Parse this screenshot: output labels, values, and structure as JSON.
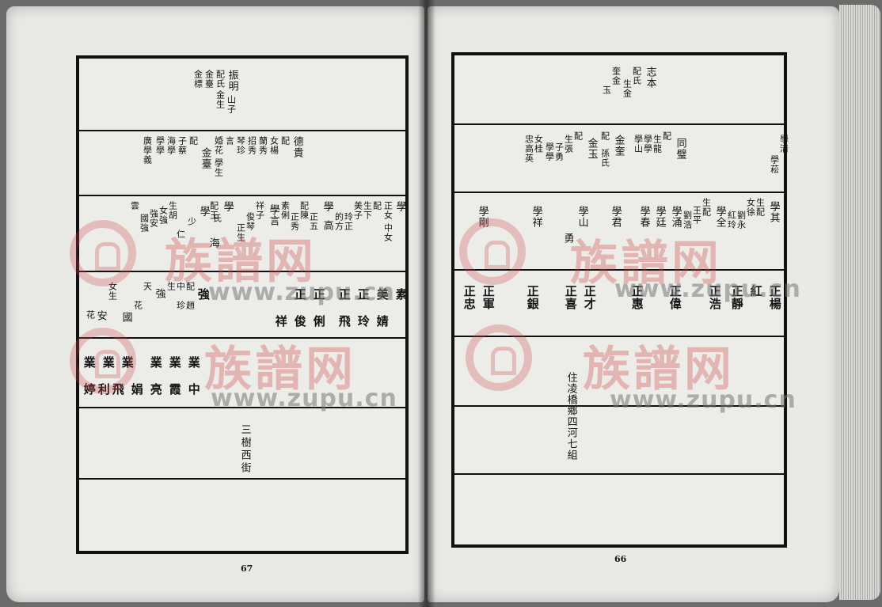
{
  "watermark": {
    "brand": "族譜网",
    "url": "www.zupu.cn"
  },
  "left_page": {
    "page_number": "67",
    "row1": [
      "振明",
      "配氏",
      "金生",
      "金臺",
      "金標",
      "山子"
    ],
    "row2": [
      "德貴",
      "配",
      "女楊",
      "蘭秀",
      "招秀",
      "琴珍",
      "言",
      "婚花",
      "學生",
      "金臺",
      "配",
      "子蔡",
      "海學",
      "學學",
      "廣學義"
    ],
    "row3": [
      "學",
      "正女",
      "中女",
      "配",
      "生下",
      "美子",
      "玲正",
      "的方",
      "學",
      "高",
      "正五",
      "配陳",
      "正秀",
      "素俐",
      "學言",
      "祥子",
      "俊琴",
      "正生",
      "學",
      "海",
      "氏",
      "配王",
      "學",
      "少",
      "仁",
      "生胡",
      "女強",
      "強安",
      "國強",
      "雲"
    ],
    "row4": [
      "素",
      "美",
      "正",
      "正",
      "正",
      "正",
      "祥",
      "俊",
      "俐",
      "飛",
      "玲",
      "婧",
      "強",
      "配",
      "趙",
      "中",
      "珍",
      "生",
      "強",
      "天",
      "花",
      "國",
      "女生",
      "安",
      "花"
    ],
    "row5": [
      "業",
      "業",
      "業",
      "業",
      "業",
      "業",
      "中",
      "霞",
      "亮",
      "娟",
      "飛",
      "利",
      "婷"
    ],
    "row6": [
      "三",
      "樹",
      "西",
      "街"
    ]
  },
  "right_page": {
    "page_number": "66",
    "row1": [
      "志本",
      "配氏",
      "生金",
      "奎金",
      "玉"
    ],
    "row2": [
      "學清",
      "學菘",
      "同璧",
      "配",
      "生龍",
      "學學",
      "學山",
      "金奎",
      "配",
      "孫氏",
      "金玉",
      "配",
      "生張",
      "子勇",
      "學學",
      "女桂",
      "忠高",
      "英"
    ],
    "row3": [
      "學其",
      "生配",
      "女徐",
      "劉永",
      "紅玲",
      "學全",
      "生配",
      "王平",
      "劉浩",
      "學涌",
      "學廷",
      "學春",
      "學君",
      "學山",
      "勇",
      "學祥",
      "學剛"
    ],
    "row4": [
      "正楊",
      "紅",
      "正靜",
      "正浩",
      "正偉",
      "正惠",
      "正才",
      "正喜",
      "正銀",
      "正軍",
      "正忠"
    ],
    "row5": [
      "住凌橋鄉四河七組"
    ]
  }
}
